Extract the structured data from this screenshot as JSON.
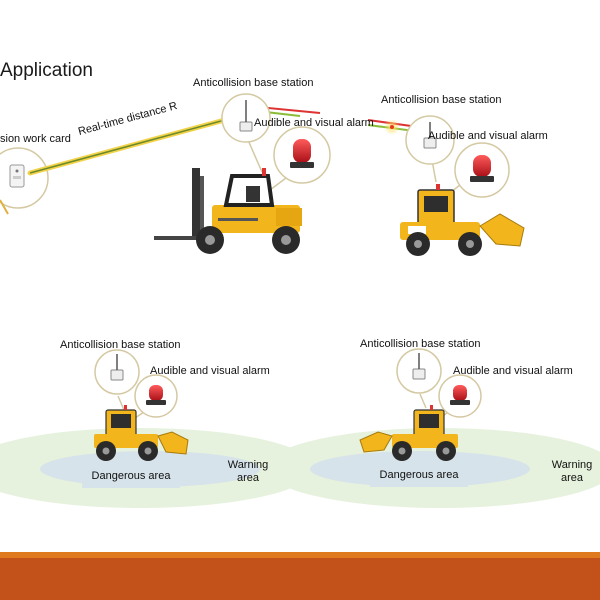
{
  "title": "Application",
  "top": {
    "work_card_label": "sion work card",
    "distance_label": "Real-time distance R",
    "forklift": {
      "base_station_label": "Anticollision base station",
      "alarm_label": "Audible and visual alarm"
    },
    "loader": {
      "base_station_label": "Anticollision base station",
      "alarm_label": "Audible and visual alarm"
    }
  },
  "bottom_left": {
    "base_station_label": "Anticollision base station",
    "alarm_label": "Audible and visual alarm",
    "danger_label": "Dangerous area",
    "warning_line1": "Warning",
    "warning_line2": "area"
  },
  "bottom_right": {
    "base_station_label": "Anticollision base station",
    "alarm_label": "Audible and visual alarm",
    "danger_label": "Dangerous area",
    "warning_line1": "Warning",
    "warning_line2": "area"
  },
  "colors": {
    "vehicle_yellow": "#f2b51c",
    "alarm_red": "#d8202a",
    "warning_zone": "#e3f1da",
    "danger_zone": "#d7e3ea",
    "footer": "#c2521a",
    "footer_stripe": "#e07a1e"
  }
}
